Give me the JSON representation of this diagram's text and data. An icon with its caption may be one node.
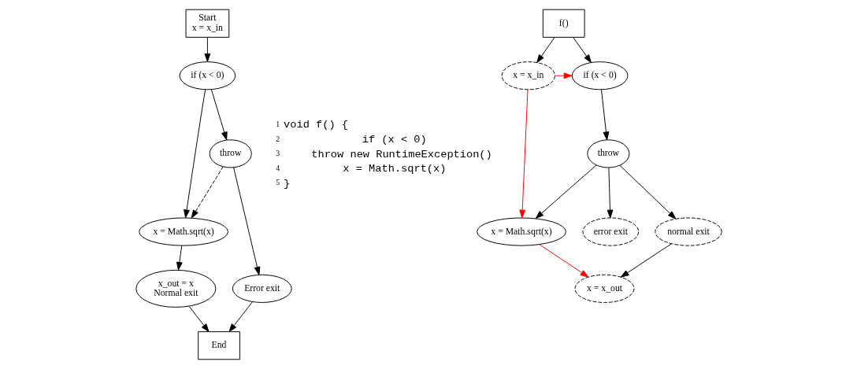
{
  "diagram": {
    "nodes": [
      {
        "text": [
          "Start",
          "x = x_in"
        ]
      },
      {
        "text": [
          "if (x < 0)"
        ]
      },
      {
        "text": [
          "throw"
        ]
      },
      {
        "text": [
          "x = Math.sqrt(x)"
        ]
      },
      {
        "text": [
          "Error exit"
        ]
      },
      {
        "text": [
          "x_out = x",
          "Normal exit"
        ]
      },
      {
        "text": [
          "End"
        ]
      },
      {
        "text": [
          "f()"
        ]
      },
      {
        "text": [
          "x = x_in"
        ]
      },
      {
        "text": [
          "if (x < 0)"
        ]
      },
      {
        "text": [
          "throw"
        ]
      },
      {
        "text": [
          "x = Math.sqrt(x)"
        ]
      },
      {
        "text": [
          "error exit"
        ]
      },
      {
        "text": [
          "normal exit"
        ]
      },
      {
        "text": [
          "x = x_out"
        ]
      }
    ],
    "edges": [
      {
        "from": 0,
        "to": 1,
        "arrow": "to"
      },
      {
        "from": 1,
        "to": 2,
        "arrow": "to"
      },
      {
        "from": 1,
        "to": 3,
        "arrow": "to"
      },
      {
        "from": 2,
        "to": 3,
        "arrow": "to",
        "style": "dashed"
      },
      {
        "from": 2,
        "to": 4,
        "arrow": "to"
      },
      {
        "from": 3,
        "to": 5,
        "arrow": "to"
      },
      {
        "from": 4,
        "to": 6,
        "arrow": "to"
      },
      {
        "from": 5,
        "to": 6,
        "arrow": "to"
      },
      {
        "from": 7,
        "to": 8,
        "arrow": "to"
      },
      {
        "from": 7,
        "to": 9,
        "arrow": "to"
      },
      {
        "from": 8,
        "to": 9,
        "arrow": "to",
        "color": "#ff0000"
      },
      {
        "from": 8,
        "to": 11,
        "arrow": "to",
        "color": "#ff0000"
      },
      {
        "from": 9,
        "to": 10,
        "arrow": "to"
      },
      {
        "from": 10,
        "to": 11,
        "arrow": "to"
      },
      {
        "from": 10,
        "to": 12,
        "arrow": "to"
      },
      {
        "from": 10,
        "to": 13,
        "arrow": "to"
      },
      {
        "from": 11,
        "to": 14,
        "arrow": "to",
        "color": "#ff0000"
      },
      {
        "from": 13,
        "to": 14,
        "arrow": "to"
      }
    ],
    "labels": [
      "1",
      "void f() {",
      "2",
      "if (x < 0)",
      "3",
      "throw new RuntimeException()",
      "4",
      "x = Math.sqrt(x)",
      "5",
      "}"
    ]
  }
}
